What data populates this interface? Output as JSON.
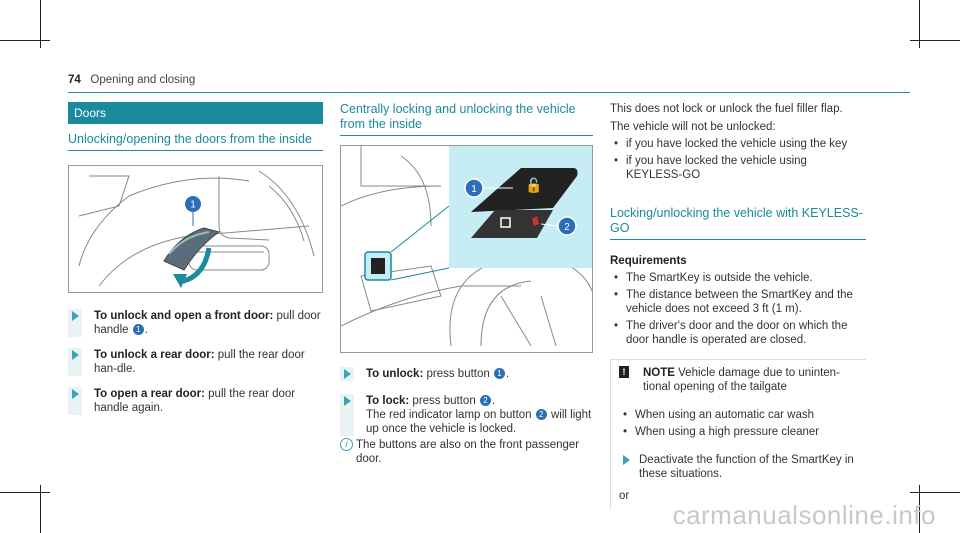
{
  "page": {
    "number": "74",
    "section": "Opening and closing"
  },
  "left": {
    "heading": "Doors",
    "subheading": "Unlocking/opening the doors from the inside",
    "figure_callout": "1",
    "steps": [
      {
        "bold": "To unlock and open a front door:",
        "text": " pull door handle ",
        "ref": "1",
        "tail": "."
      },
      {
        "bold": "To unlock a rear door:",
        "text": " pull the rear door han-dle.",
        "ref": "",
        "tail": ""
      },
      {
        "bold": "To open a rear door:",
        "text": " pull the rear door handle again.",
        "ref": "",
        "tail": ""
      }
    ]
  },
  "middle": {
    "subheading": "Centrally locking and unlocking the vehicle from the inside",
    "callouts": [
      "1",
      "2"
    ],
    "steps": [
      {
        "bold": "To unlock:",
        "text": " press button ",
        "ref": "1",
        "tail": "."
      },
      {
        "bold": "To lock:",
        "text": " press button ",
        "ref": "2",
        "tail": "."
      }
    ],
    "lock_note_a": "The red indicator lamp on button ",
    "lock_note_ref": "2",
    "lock_note_b": " will light up once the vehicle is locked.",
    "info": "The buttons are also on the front passenger door."
  },
  "right": {
    "intro1": "This does not lock or unlock the fuel filler flap.",
    "intro2": "The vehicle will not be unlocked:",
    "intro_bullets": [
      "if you have locked the vehicle using the key",
      "if you have locked the vehicle using KEYLESS-GO"
    ],
    "subheading": "Locking/unlocking the vehicle with KEYLESS-GO",
    "req_title": "Requirements",
    "req_bullets": [
      "The SmartKey is outside the vehicle.",
      "The distance between the SmartKey and the vehicle does not exceed 3 ft (1 m).",
      "The driver's door and the door on which the door handle is operated are closed."
    ],
    "note_label": "NOTE",
    "note_text": " Vehicle damage due to uninten-tional opening of the tailgate",
    "note_bullets": [
      "When using an automatic car wash",
      "When using a high pressure cleaner"
    ],
    "note_step": "Deactivate the function of the SmartKey in these situations.",
    "or": "or"
  },
  "watermark": "carmanualsonline.info"
}
